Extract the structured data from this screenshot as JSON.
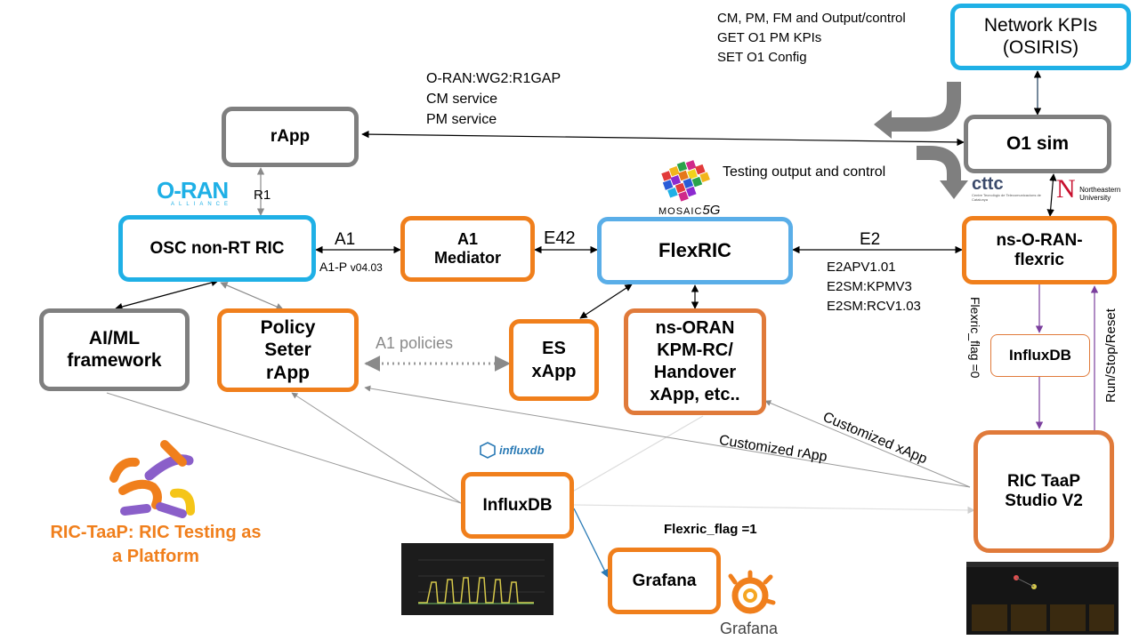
{
  "boxes": {
    "network_kpis": "Network KPIs (OSIRIS)",
    "o1sim": "O1 sim",
    "rapp": "rApp",
    "osc": "OSC non-RT RIC",
    "a1med": "A1 Mediator",
    "flexric": "FlexRIC",
    "nsoran": "ns-O-RAN-flexric",
    "aiml": "AI/ML framework",
    "policy": "Policy Seter rApp",
    "es": "ES xApp",
    "kpm": "ns-ORAN KPM-RC/ Handover xApp, etc..",
    "influx_small": "InfluxDB",
    "studio": "RIC TaaP Studio V2",
    "influx_main": "InfluxDB",
    "grafana": "Grafana"
  },
  "labels": {
    "o1_lines": [
      "CM, PM, FM and Output/control",
      "GET O1 PM KPIs",
      "SET O1 Config"
    ],
    "r1_lines": [
      "O-RAN:WG2:R1GAP",
      "CM service",
      "PM service"
    ],
    "testing": "Testing output and control",
    "r1": "R1",
    "a1": "A1",
    "a1p": "A1-P",
    "a1p_version": "v04.03",
    "e42": "E42",
    "e2": "E2",
    "e2_lines": [
      "E2APV1.01",
      "E2SM:KPMV3",
      "E2SM:RCV1.03"
    ],
    "a1_policies": "A1 policies",
    "flexric_flag0": "Flexric_flag =0",
    "run_stop_reset": "Run/Stop/Reset",
    "customized_xapp": "Customized xApp",
    "customized_rapp": "Customized rApp",
    "flexric_flag1": "Flexric_flag =1"
  },
  "logos": {
    "oran": "O-RAN",
    "oran_alliance": "ALLIANCE",
    "mosaic": "MOSAIC",
    "mosaic_5g": "5G",
    "cttc": "cttc",
    "cttc_sub": "Centre Tecnològic de Telecomunicacions de Catalunya",
    "neu_letter": "N",
    "neu_name": "Northeastern University",
    "influxdb": "influxdb",
    "grafana": "Grafana",
    "taap_title": "RIC-TaaP: RIC Testing as a Platform"
  },
  "colors": {
    "blue": "#1fb0e6",
    "gray": "#7f7f7f",
    "orange": "#f07f1c",
    "purple": "#7b3f9e",
    "link_blue": "#2a7ab5"
  }
}
